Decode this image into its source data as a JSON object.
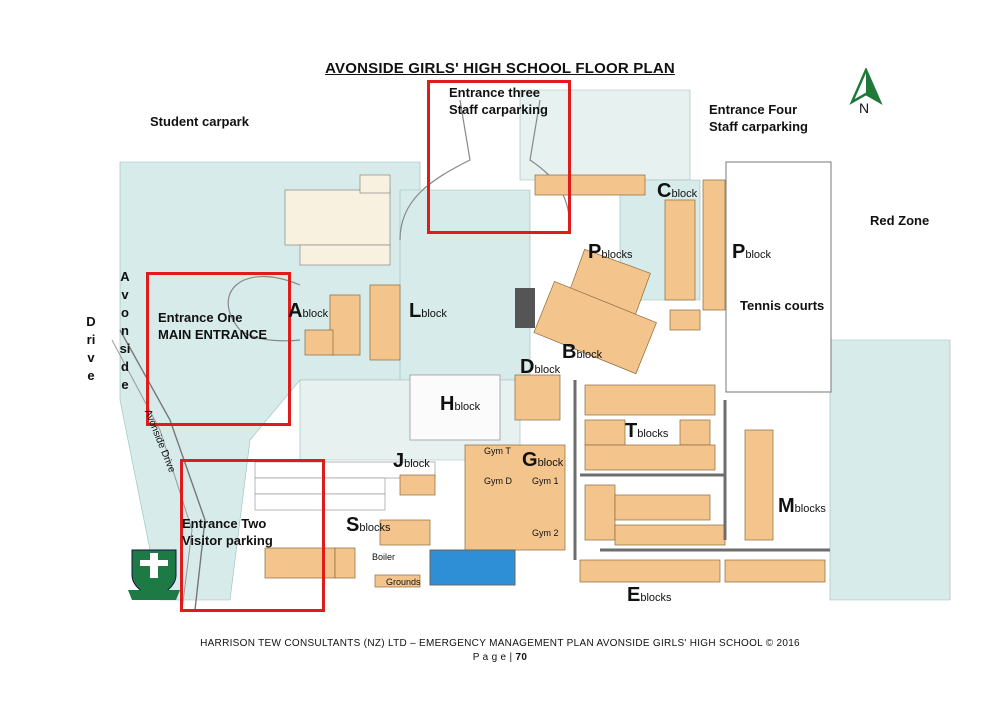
{
  "title": "AVONSIDE GIRLS' HIGH SCHOOL FLOOR PLAN",
  "north_label": "N",
  "labels": {
    "student_carpark": "Student carpark",
    "entrance_three": [
      "Entrance three",
      "Staff carparking"
    ],
    "entrance_four": [
      "Entrance Four",
      "Staff carparking"
    ],
    "red_zone": "Red Zone",
    "tennis_courts": "Tennis courts",
    "entrance_one": [
      "Entrance One",
      "MAIN ENTRANCE"
    ],
    "entrance_two": [
      "Entrance Two",
      "Visitor parking"
    ],
    "avonside_drive_vertical_1": "Avonside",
    "avonside_drive_vertical_2": "Drive",
    "avonside_drive_road": "Avonside Drive",
    "gym_t": "Gym T",
    "gym_d": "Gym D",
    "gym_1": "Gym 1",
    "gym_2": "Gym 2",
    "boiler": "Boiler",
    "grounds": "Grounds"
  },
  "blocks": [
    {
      "letter": "A",
      "suffix": "block"
    },
    {
      "letter": "L",
      "suffix": "block"
    },
    {
      "letter": "C",
      "suffix": "block"
    },
    {
      "letter": "P",
      "suffix": "blocks"
    },
    {
      "letter": "P",
      "suffix": "block"
    },
    {
      "letter": "B",
      "suffix": "block"
    },
    {
      "letter": "D",
      "suffix": "block"
    },
    {
      "letter": "H",
      "suffix": "block"
    },
    {
      "letter": "T",
      "suffix": "blocks"
    },
    {
      "letter": "J",
      "suffix": "block"
    },
    {
      "letter": "G",
      "suffix": "block"
    },
    {
      "letter": "S",
      "suffix": "blocks"
    },
    {
      "letter": "M",
      "suffix": "blocks"
    },
    {
      "letter": "E",
      "suffix": "blocks"
    }
  ],
  "footer": {
    "line1": "HARRISON TEW CONSULTANTS (NZ) LTD – EMERGENCY MANAGEMENT PLAN AVONSIDE GIRLS' HIGH SCHOOL © 2016",
    "page_prefix": "P a g e  |",
    "page_number": "70"
  },
  "colors": {
    "highlight_box": "#e01b1b",
    "building": "#f3c58d",
    "grass": "#d6ebea",
    "path": "#cfcfcf",
    "pool": "#2f8fd6"
  }
}
